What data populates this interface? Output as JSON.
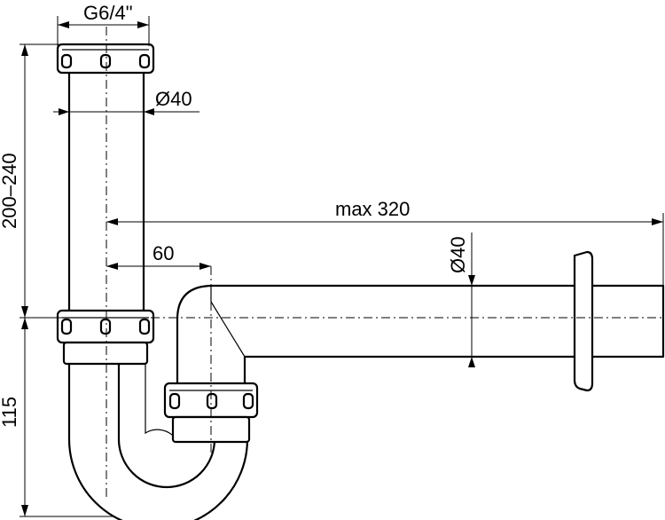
{
  "dimensions": {
    "thread": "G6/4\"",
    "vertical_pipe_diameter": "Ø40",
    "height_range": "200–240",
    "max_length": "max 320",
    "offset": "60",
    "horizontal_pipe_diameter": "Ø40",
    "trap_depth": "115"
  }
}
